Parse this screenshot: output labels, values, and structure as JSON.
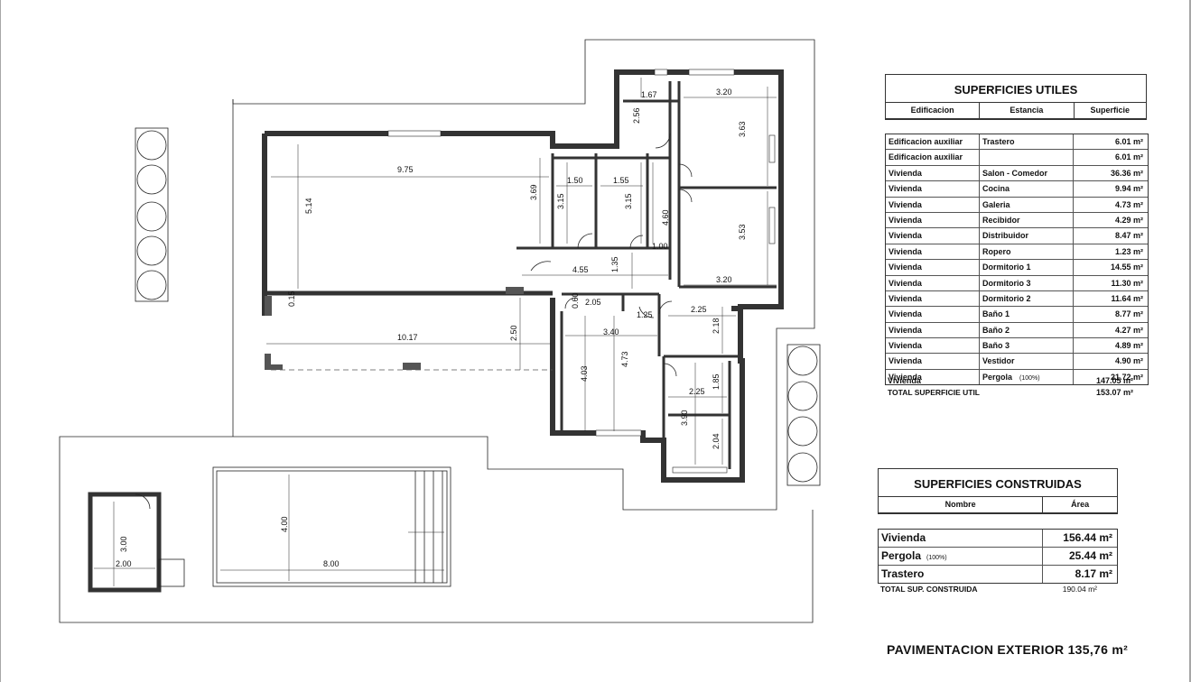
{
  "utiles": {
    "title": "SUPERFICIES UTILES",
    "headers": [
      "Edificacion",
      "Estancia",
      "Superficie"
    ],
    "rows": [
      {
        "edificacion": "Edificacion auxiliar",
        "estancia": "Trastero",
        "note": "",
        "superficie": "6.01 m²"
      },
      {
        "edificacion": "Edificacion auxiliar",
        "estancia": "",
        "note": "",
        "superficie": "6.01 m²"
      },
      {
        "edificacion": "Vivienda",
        "estancia": "Salon - Comedor",
        "note": "",
        "superficie": "36.36 m²"
      },
      {
        "edificacion": "Vivienda",
        "estancia": "Cocina",
        "note": "",
        "superficie": "9.94 m²"
      },
      {
        "edificacion": "Vivienda",
        "estancia": "Galeria",
        "note": "",
        "superficie": "4.73 m²"
      },
      {
        "edificacion": "Vivienda",
        "estancia": "Recibidor",
        "note": "",
        "superficie": "4.29 m²"
      },
      {
        "edificacion": "Vivienda",
        "estancia": "Distribuidor",
        "note": "",
        "superficie": "8.47 m²"
      },
      {
        "edificacion": "Vivienda",
        "estancia": "Ropero",
        "note": "",
        "superficie": "1.23 m²"
      },
      {
        "edificacion": "Vivienda",
        "estancia": "Dormitorio 1",
        "note": "",
        "superficie": "14.55 m²"
      },
      {
        "edificacion": "Vivienda",
        "estancia": "Dormitorio 3",
        "note": "",
        "superficie": "11.30 m²"
      },
      {
        "edificacion": "Vivienda",
        "estancia": "Dormitorio 2",
        "note": "",
        "superficie": "11.64 m²"
      },
      {
        "edificacion": "Vivienda",
        "estancia": "Baño 1",
        "note": "",
        "superficie": "8.77 m²"
      },
      {
        "edificacion": "Vivienda",
        "estancia": "Baño 2",
        "note": "",
        "superficie": "4.27 m²"
      },
      {
        "edificacion": "Vivienda",
        "estancia": "Baño 3",
        "note": "",
        "superficie": "4.89 m²"
      },
      {
        "edificacion": "Vivienda",
        "estancia": "Vestidor",
        "note": "",
        "superficie": "4.90 m²"
      },
      {
        "edificacion": "Vivienda",
        "estancia": "Pergola",
        "note": "(100%)",
        "superficie": "21.72 m²"
      }
    ],
    "subtotal_label": "Vivienda",
    "subtotal_value": "147.05 m²",
    "total_label": "TOTAL SUPERFICIE UTIL",
    "total_value": "153.07 m²"
  },
  "construidas": {
    "title": "SUPERFICIES CONSTRUIDAS",
    "headers": [
      "Nombre",
      "Área"
    ],
    "rows": [
      {
        "nombre": "Vivienda",
        "note": "",
        "area": "156.44 m²"
      },
      {
        "nombre": "Pergola",
        "note": "(100%)",
        "area": "25.44 m²"
      },
      {
        "nombre": "Trastero",
        "note": "",
        "area": "8.17 m²"
      }
    ],
    "total_label": "TOTAL SUP. CONSTRUIDA",
    "total_value": "190.04 m²"
  },
  "pavimentacion": "PAVIMENTACION EXTERIOR 135,76 m²",
  "dimensions": {
    "salon_width": "9.75",
    "salon_depth": "5.14",
    "salon_dim_369": "3.69",
    "closet_150": "1.50",
    "closet_315a": "3.15",
    "closet_155": "1.55",
    "closet_315b": "3.15",
    "hall_460": "4.60",
    "hall_100": "1.00",
    "hall_455": "4.55",
    "hall_135": "1.35",
    "top_167": "1.67",
    "top_256": "2.56",
    "dorm_320a": "3.20",
    "dorm_363": "3.63",
    "dorm_353": "3.53",
    "dorm_320b": "3.20",
    "wall_015": "0.15",
    "bath_060": "0.60",
    "bath_205": "2.05",
    "bath_125": "1.25",
    "bath_225a": "2.25",
    "bath_218": "2.18",
    "pergola_1017": "10.17",
    "pergola_250": "2.50",
    "dorm_340": "3.40",
    "dorm_403": "4.03",
    "dorm_473": "4.73",
    "bath_225b": "2.25",
    "bath_185": "1.85",
    "vest_390": "3.90",
    "vest_204": "2.04",
    "trastero_300": "3.00",
    "trastero_200": "2.00",
    "pool_400": "4.00",
    "pool_800": "8.00"
  }
}
